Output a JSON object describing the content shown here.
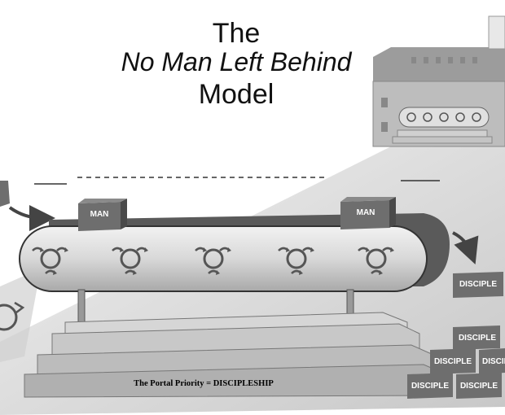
{
  "title": {
    "line1": "The",
    "line2": "No Man Left Behind",
    "line3": "Model"
  },
  "belt_labels": {
    "left": "MAN",
    "right": "MAN"
  },
  "disciple_label": "DISCIPLE",
  "caption": "The Portal Priority = DISCIPLESHIP",
  "colors": {
    "belt": "#d4d4d4",
    "belt_dark": "#5a5a5a",
    "box": "#6e6e6e",
    "steps": "#c8c8c8",
    "ink": "#111111"
  }
}
